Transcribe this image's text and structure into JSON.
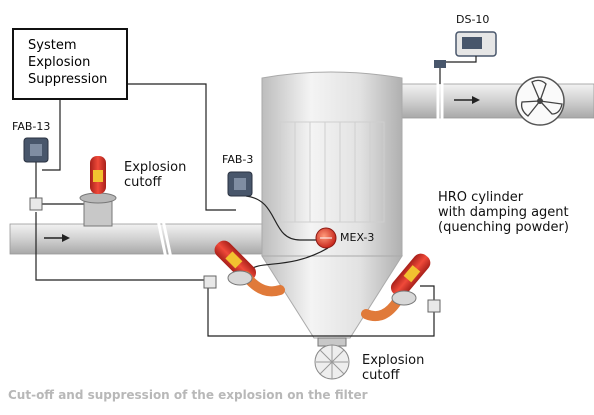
{
  "system_box": {
    "line1": "System",
    "line2": "Explosion",
    "line3": "Suppression"
  },
  "labels": {
    "ds10": "DS-10",
    "fab13": "FAB-13",
    "fab3": "FAB-3",
    "mex3": "MEX-3",
    "explosion_cutoff_left": [
      "Explosion",
      "cutoff"
    ],
    "explosion_cutoff_bottom": [
      "Explosion",
      "cutoff"
    ],
    "hro": [
      "HRO cylinder",
      "with damping agent",
      "(quenching powder)"
    ]
  },
  "caption": "Cut-off and suppression of the explosion on the filter",
  "colors": {
    "pipe": "#d6d6d6",
    "vessel": "#e2e2e2",
    "wire": "#222222",
    "hro_red": "#d9352b",
    "hro_yellow": "#f2c230",
    "elbow": "#e07a3a",
    "device": "#48566b"
  },
  "icons": [
    "fan-icon",
    "flow-arrow-icon",
    "valve-icon",
    "hro-cylinder-icon",
    "sensor-icon"
  ]
}
